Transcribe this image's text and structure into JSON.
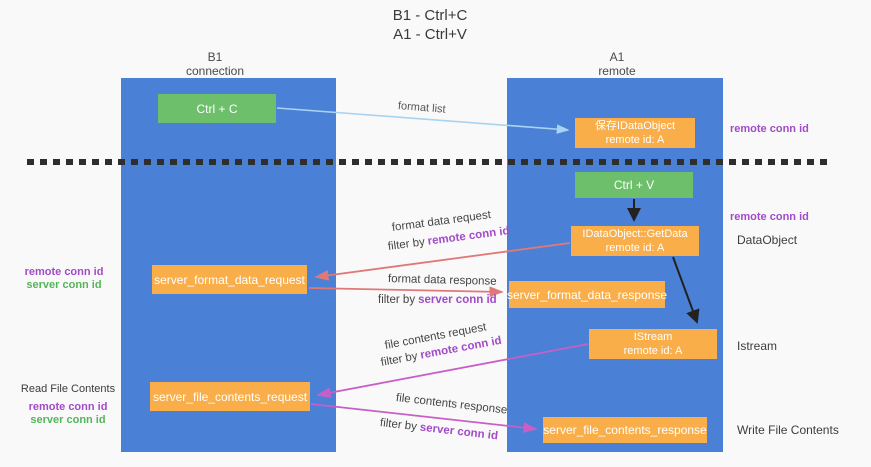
{
  "title": {
    "line1": "B1 - Ctrl+C",
    "line2": "A1 - Ctrl+V"
  },
  "columns": {
    "left": {
      "name": "B1",
      "subtitle": "connection"
    },
    "right": {
      "name": "A1",
      "subtitle": "remote"
    }
  },
  "nodes": {
    "ctrl_c": {
      "label": "Ctrl + C"
    },
    "ctrl_v": {
      "label": "Ctrl + V"
    },
    "save_dataobject": {
      "line1": "保存IDataObject",
      "line2": "remote id: A"
    },
    "getdata": {
      "line1": "IDataObject::GetData",
      "line2": "remote id: A"
    },
    "istream": {
      "line1": "IStream",
      "line2": "remote id: A"
    },
    "format_request": {
      "label": "server_format_data_request"
    },
    "format_response": {
      "label": "server_format_data_response"
    },
    "file_request": {
      "label": "server_file_contents_request"
    },
    "file_response": {
      "label": "server_file_contents_response"
    }
  },
  "side_labels": {
    "remote_conn_id_top": "remote conn id",
    "remote_conn_id_mid": "remote conn id",
    "dataobject": "DataObject",
    "istream": "Istream",
    "write_file_contents": "Write File Contents",
    "read_file_contents": "Read File Contents",
    "format_left": {
      "remote": "remote conn id",
      "server": "server conn id"
    },
    "file_left": {
      "remote": "remote conn id",
      "server": "server conn id"
    }
  },
  "arrow_labels": {
    "format_list": "format list",
    "format_data_request": "format data request",
    "format_data_response": "format data response",
    "file_contents_request": "file contents request",
    "file_contents_response": "file contents response",
    "filter_by": "filter by",
    "remote_conn_id": "remote conn id",
    "server_conn_id": "server conn id"
  },
  "colors": {
    "background": "#f9f9f9",
    "column_blue": "#4a80d6",
    "box_green": "#6dbf6b",
    "box_orange": "#f9ae49",
    "purple_text": "#a24bc8",
    "green_text": "#53b559",
    "arrow_salmon": "#e07878",
    "arrow_magenta": "#c85fc8",
    "arrow_light_blue": "#a9d3f2",
    "arrow_black": "#222222",
    "divider_black": "#2e2e2e"
  }
}
